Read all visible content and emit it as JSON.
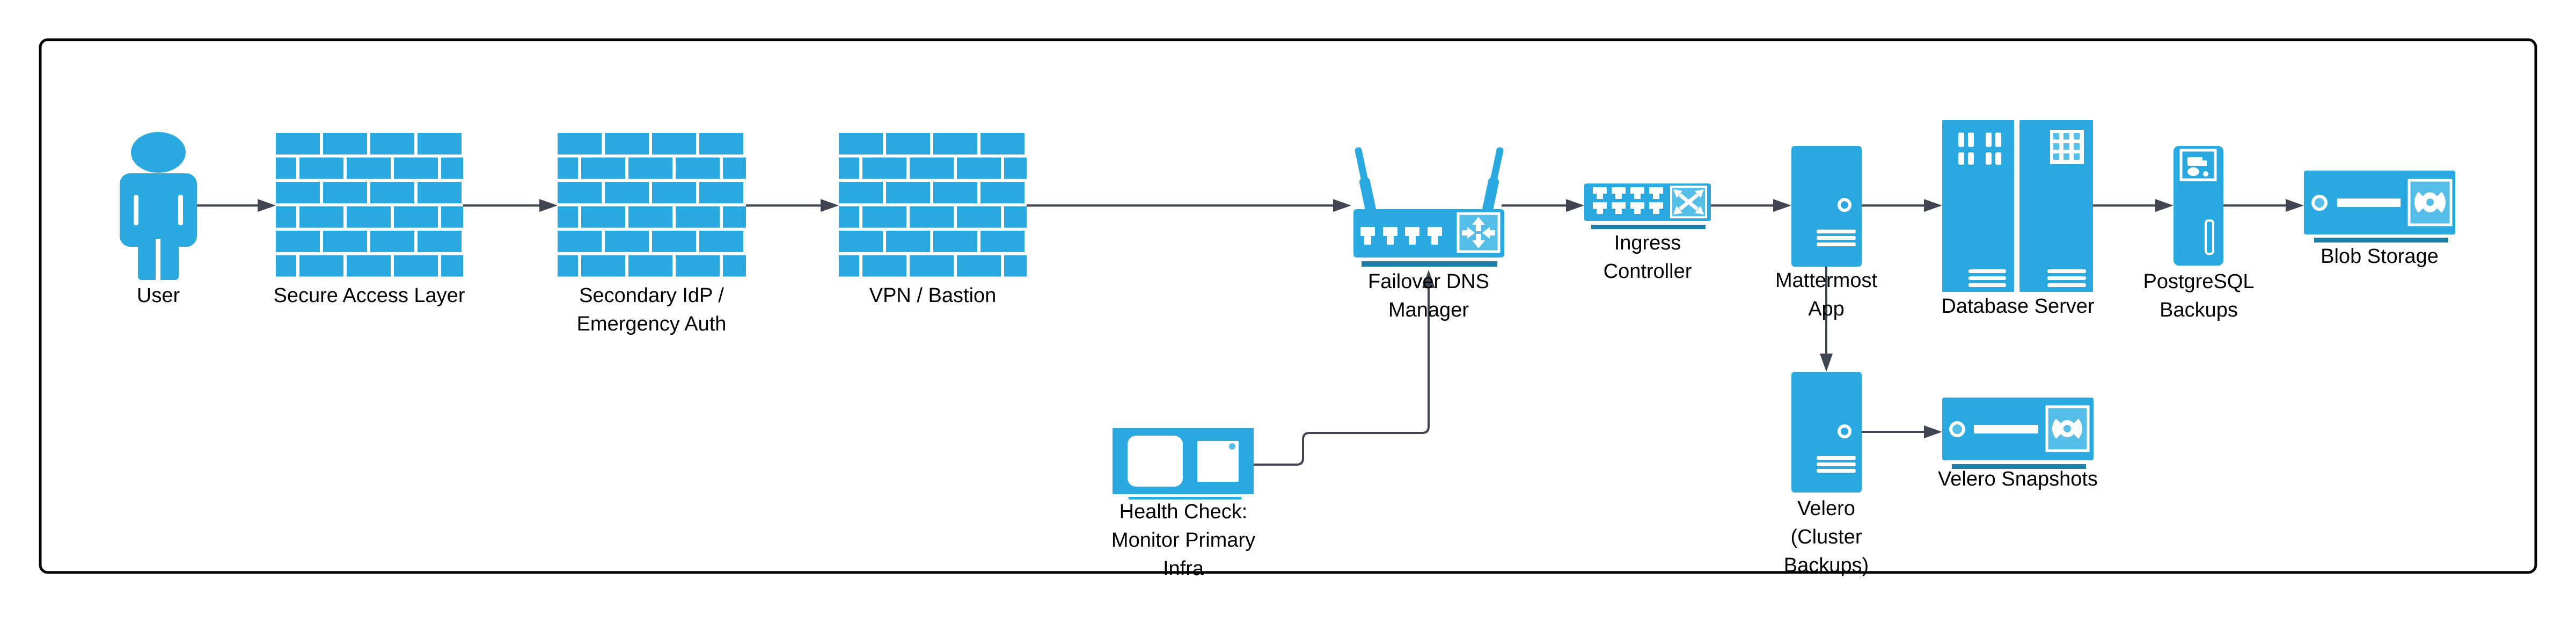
{
  "diagram": {
    "nodes": {
      "user": {
        "icon": "person-icon",
        "lines": [
          "User"
        ]
      },
      "secure_access": {
        "icon": "firewall-icon",
        "lines": [
          "Secure Access Layer"
        ]
      },
      "secondary_idp": {
        "icon": "firewall-icon",
        "lines": [
          "Secondary IdP /",
          "Emergency Auth"
        ]
      },
      "vpn_bastion": {
        "icon": "firewall-icon",
        "lines": [
          "VPN / Bastion"
        ]
      },
      "failover_dns": {
        "icon": "wireless-router-icon",
        "lines": [
          "Failover DNS",
          "Manager"
        ]
      },
      "ingress": {
        "icon": "switch-icon",
        "lines": [
          "Ingress",
          "Controller"
        ]
      },
      "mattermost": {
        "icon": "server-tower-icon",
        "lines": [
          "Mattermost",
          "App"
        ]
      },
      "database": {
        "icon": "rack-servers-icon",
        "lines": [
          "Database Server"
        ]
      },
      "postgresql": {
        "icon": "backup-server-icon",
        "lines": [
          "PostgreSQL",
          "Backups"
        ]
      },
      "blob": {
        "icon": "tape-storage-icon",
        "lines": [
          "Blob Storage"
        ]
      },
      "health_check": {
        "icon": "monitor-icon",
        "lines": [
          "Health Check:",
          "Monitor Primary",
          "Infra"
        ]
      },
      "velero": {
        "icon": "server-tower-icon",
        "lines": [
          "Velero",
          "(Cluster",
          "Backups)"
        ]
      },
      "velero_snapshots": {
        "icon": "tape-storage-icon",
        "lines": [
          "Velero Snapshots"
        ]
      }
    },
    "edges": [
      {
        "from": "user",
        "to": "secure_access"
      },
      {
        "from": "secure_access",
        "to": "secondary_idp"
      },
      {
        "from": "secondary_idp",
        "to": "vpn_bastion"
      },
      {
        "from": "vpn_bastion",
        "to": "failover_dns"
      },
      {
        "from": "failover_dns",
        "to": "ingress"
      },
      {
        "from": "ingress",
        "to": "mattermost"
      },
      {
        "from": "mattermost",
        "to": "database"
      },
      {
        "from": "database",
        "to": "postgresql"
      },
      {
        "from": "postgresql",
        "to": "blob"
      },
      {
        "from": "mattermost",
        "to": "velero"
      },
      {
        "from": "velero",
        "to": "velero_snapshots"
      },
      {
        "from": "health_check",
        "to": "failover_dns"
      }
    ],
    "colors": {
      "icon": "#29A9E0",
      "icon_light": "#55BEE8",
      "icon_dark": "#1B80A9",
      "line": "#3F4651",
      "frame": "#000000",
      "text": "#000000"
    }
  }
}
